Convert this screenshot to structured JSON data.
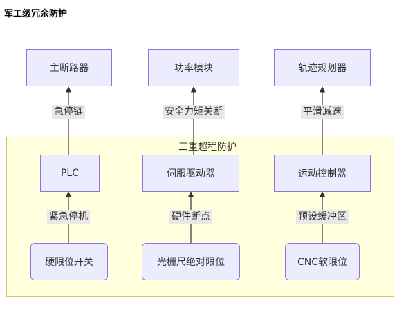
{
  "title": "军工级冗余防护",
  "subgraph": {
    "label": "三重超程防护"
  },
  "top_nodes": [
    "主断路器",
    "功率模块",
    "轨迹规划器"
  ],
  "mid_nodes": [
    "PLC",
    "伺服驱动器",
    "运动控制器"
  ],
  "bottom_nodes": [
    "硬限位开关",
    "光栅尺绝对限位",
    "CNC软限位"
  ],
  "upper_edges": [
    "急停链",
    "安全力矩关断",
    "平滑减速"
  ],
  "lower_edges": [
    "紧急停机",
    "硬件断点",
    "预设缓冲区"
  ]
}
